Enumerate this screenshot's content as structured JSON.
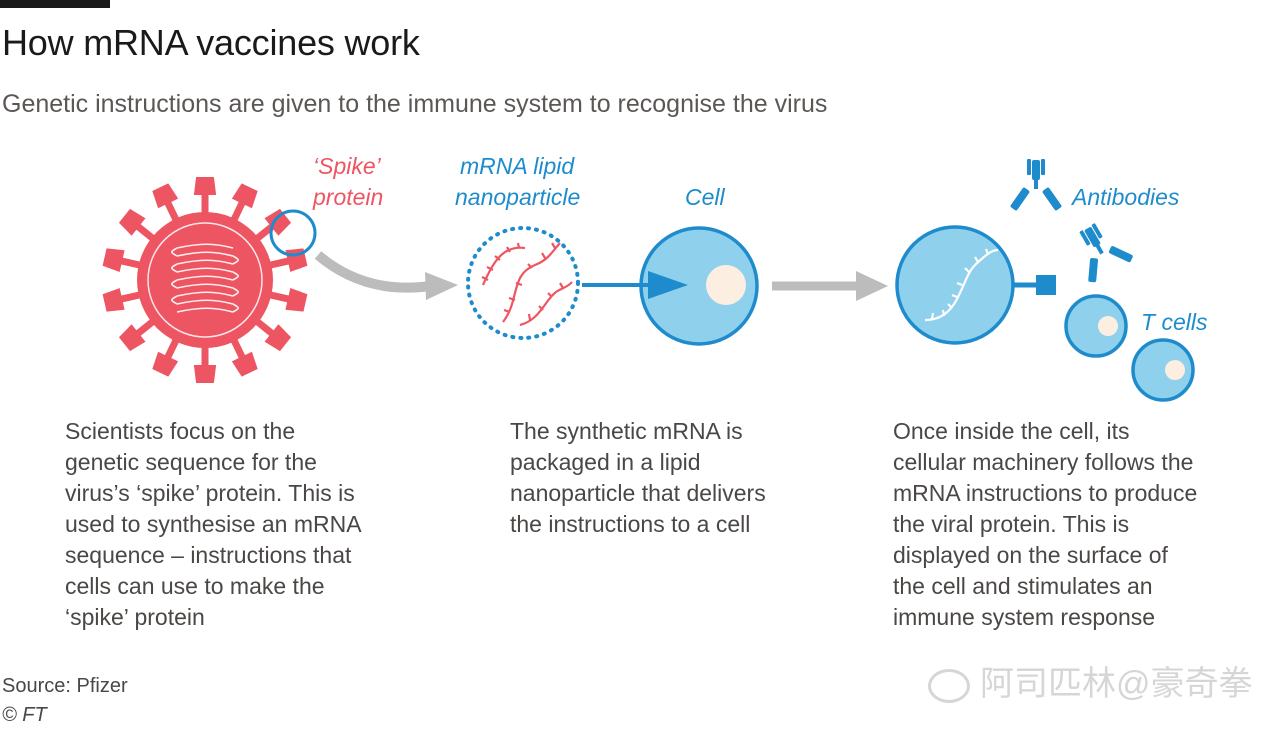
{
  "header": {
    "title": "How mRNA vaccines work",
    "subtitle": "Genetic instructions are given to the immune system to recognise the virus"
  },
  "labels": {
    "spike_line1": "‘Spike’",
    "spike_line2": "protein",
    "lipid_line1": "mRNA lipid",
    "lipid_line2": "nanoparticle",
    "cell": "Cell",
    "antibodies": "Antibodies",
    "t_cells": "T cells"
  },
  "steps": [
    {
      "lines": [
        "Scientists focus on the",
        "genetic sequence for the",
        "virus’s ‘spike’ protein. This is",
        "used to synthesise an mRNA",
        "sequence – instructions that",
        "cells can use to make the",
        "‘spike’ protein"
      ]
    },
    {
      "lines": [
        "The synthetic mRNA is",
        "packaged in a lipid",
        "nanoparticle that delivers",
        "the instructions to a cell"
      ]
    },
    {
      "lines": [
        "Once inside the cell, its",
        "cellular machinery follows the",
        "mRNA instructions to produce",
        "the viral protein. This is",
        "displayed on the surface of",
        "the cell and stimulates an",
        "immune system response"
      ]
    }
  ],
  "footer": {
    "source": "Source: Pfizer",
    "copyright": "© FT"
  },
  "watermark": {
    "text": "阿司匹林@豪奇拳"
  },
  "colors": {
    "virus_red": "#ee5562",
    "ft_blue": "#1e8ccc",
    "cell_fill": "#8fd0ec",
    "cell_stroke": "#1e8ccc",
    "nucleus": "#fcefe2",
    "arrow_grey": "#bcbcbc"
  },
  "icons": [
    "virus-icon",
    "nanoparticle-icon",
    "cell-icon",
    "antibody-icon",
    "t-cell-icon"
  ]
}
